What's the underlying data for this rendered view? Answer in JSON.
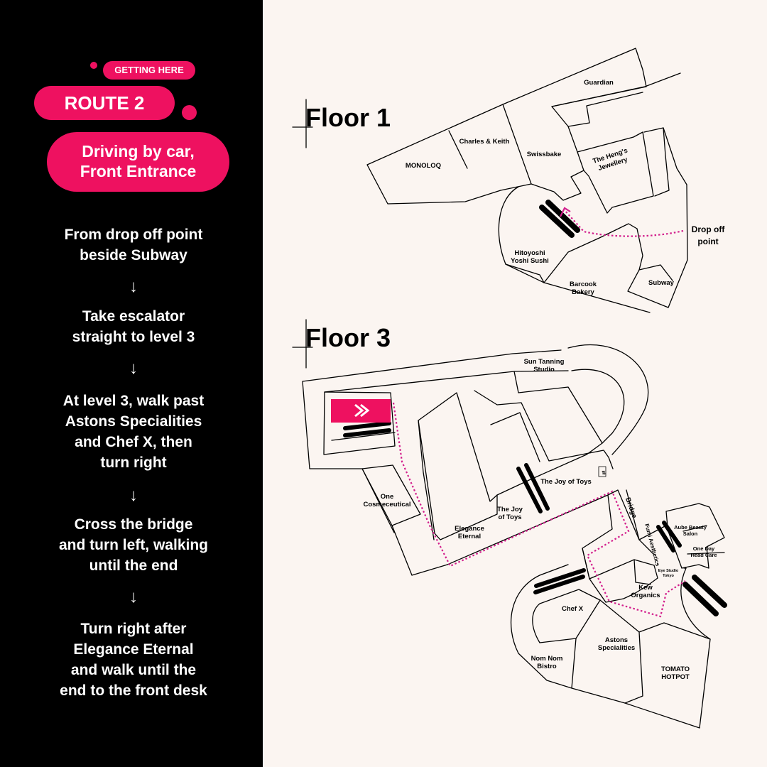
{
  "header": {
    "tag": "GETTING HERE",
    "route": "ROUTE 2",
    "mode": "Driving by car,\nFront Entrance"
  },
  "steps": [
    "From drop off point\nbeside Subway",
    "Take escalator\nstraight to level 3",
    "At level 3, walk past\nAstons Specialities\nand Chef X, then\nturn right",
    "Cross the bridge\nand turn left, walking\nuntil the end",
    "Turn right after\nElegance Eternal\nand walk until the\nend to the front desk"
  ],
  "arrow_glyph": "↓",
  "colors": {
    "accent": "#EE1160",
    "route_line": "#D21E8C",
    "panel": "#000000",
    "map_bg": "#FBF5F1"
  },
  "floor1": {
    "title": "Floor 1",
    "stores": {
      "guardian": "Guardian",
      "charles_keith": "Charles & Keith",
      "swissbake": "Swissbake",
      "monoloq": "MONOLOQ",
      "heng_line1": "The Heng's",
      "heng_line2": "Jewellery",
      "drop_off_line1": "Drop off",
      "drop_off_line2": "point",
      "hitoyoshi_line1": "Hitoyoshi",
      "hitoyoshi_line2": "Yoshi Sushi",
      "barcook_line1": "Barcook",
      "barcook_line2": "Bakery",
      "subway": "Subway"
    }
  },
  "floor3": {
    "title": "Floor 3",
    "stores": {
      "sun_tanning_line1": "Sun Tanning",
      "sun_tanning_line2": "Studio",
      "one_cosmeceutical_line1": "One",
      "one_cosmeceutical_line2": "Cosmeceutical",
      "elegance_line1": "Elegance",
      "elegance_line2": "Eternal",
      "joy_of_toys": "The Joy of Toys",
      "joy_small_line1": "The Joy",
      "joy_small_line2": "of Toys",
      "bridge": "Bridge",
      "aube_line1": "Aube Beauty",
      "aube_line2": "Salon",
      "oneday_line1": "One Day",
      "oneday_line2": "Head Care",
      "fumi": "Fumi Aesthetics",
      "eye_line1": "Eye Studio",
      "eye_line2": "Tokyo",
      "kew_line1": "Kew",
      "kew_line2": "Organics",
      "chefx": "Chef X",
      "astons_line1": "Astons",
      "astons_line2": "Specialities",
      "nomnom_line1": "Nom Nom",
      "nomnom_line2": "Bistro",
      "tomato_line1": "TOMATO",
      "tomato_line2": "HOTPOT",
      "symbol_label": "⇅"
    }
  }
}
